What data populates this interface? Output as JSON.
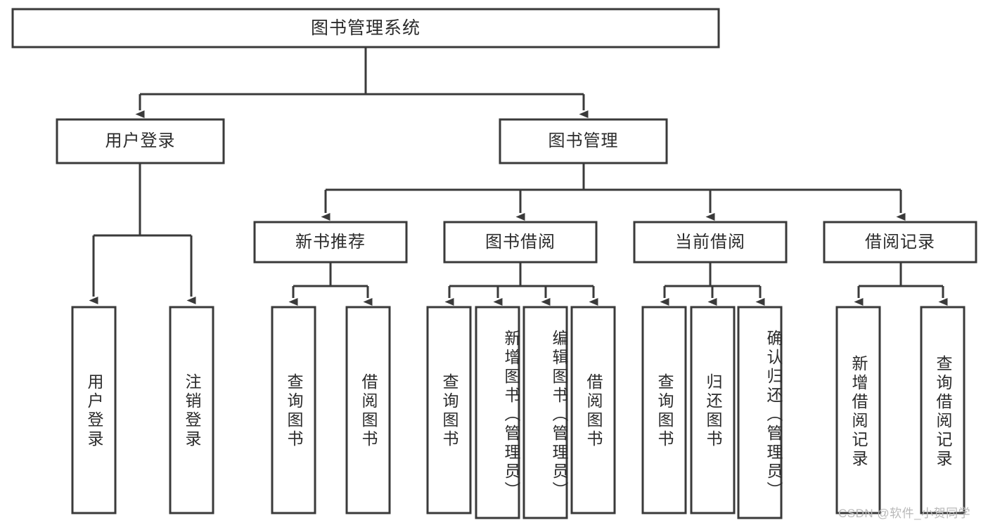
{
  "diagram": {
    "type": "tree",
    "title": "图书管理系统",
    "orientation": "top-down",
    "colors": {
      "box_fill": "#ffffff",
      "box_stroke": "#3a3a3a",
      "text": "#2b2b2b",
      "watermark": "#b9b9b9"
    },
    "root": {
      "label": "图书管理系统",
      "children": [
        {
          "label": "用户登录",
          "children": [
            {
              "label": "用户登录"
            },
            {
              "label": "注销登录"
            }
          ]
        },
        {
          "label": "图书管理",
          "children": [
            {
              "label": "新书推荐",
              "children": [
                {
                  "label": "查询图书"
                },
                {
                  "label": "借阅图书"
                }
              ]
            },
            {
              "label": "图书借阅",
              "children": [
                {
                  "label": "查询图书"
                },
                {
                  "label": "新增图书（管理员）"
                },
                {
                  "label": "编辑图书（管理员）"
                },
                {
                  "label": "借阅图书"
                }
              ]
            },
            {
              "label": "当前借阅",
              "children": [
                {
                  "label": "查询图书"
                },
                {
                  "label": "归还图书"
                },
                {
                  "label": "确认归还（管理员）"
                }
              ]
            },
            {
              "label": "借阅记录",
              "children": [
                {
                  "label": "新增借阅记录"
                },
                {
                  "label": "查询借阅记录"
                }
              ]
            }
          ]
        }
      ]
    }
  },
  "watermark": {
    "text": "CSDN @软件_小贺同学"
  }
}
